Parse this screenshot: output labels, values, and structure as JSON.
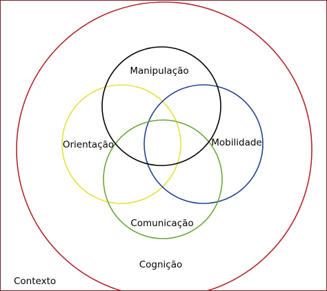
{
  "diagram": {
    "context_label": "Contexto",
    "outer_label": "Cognição",
    "circles": [
      {
        "id": "manipulacao",
        "label": "Manipulação",
        "color": "#000000"
      },
      {
        "id": "orientacao",
        "label": "Orientação",
        "color": "#e6e03a"
      },
      {
        "id": "mobilidade",
        "label": "Mobilidade",
        "color": "#1f3f8f"
      },
      {
        "id": "comunicacao",
        "label": "Comunicação",
        "color": "#6aa53a"
      }
    ],
    "outer_circle_color": "#b3222b",
    "frame_color": "#7a1f24"
  }
}
